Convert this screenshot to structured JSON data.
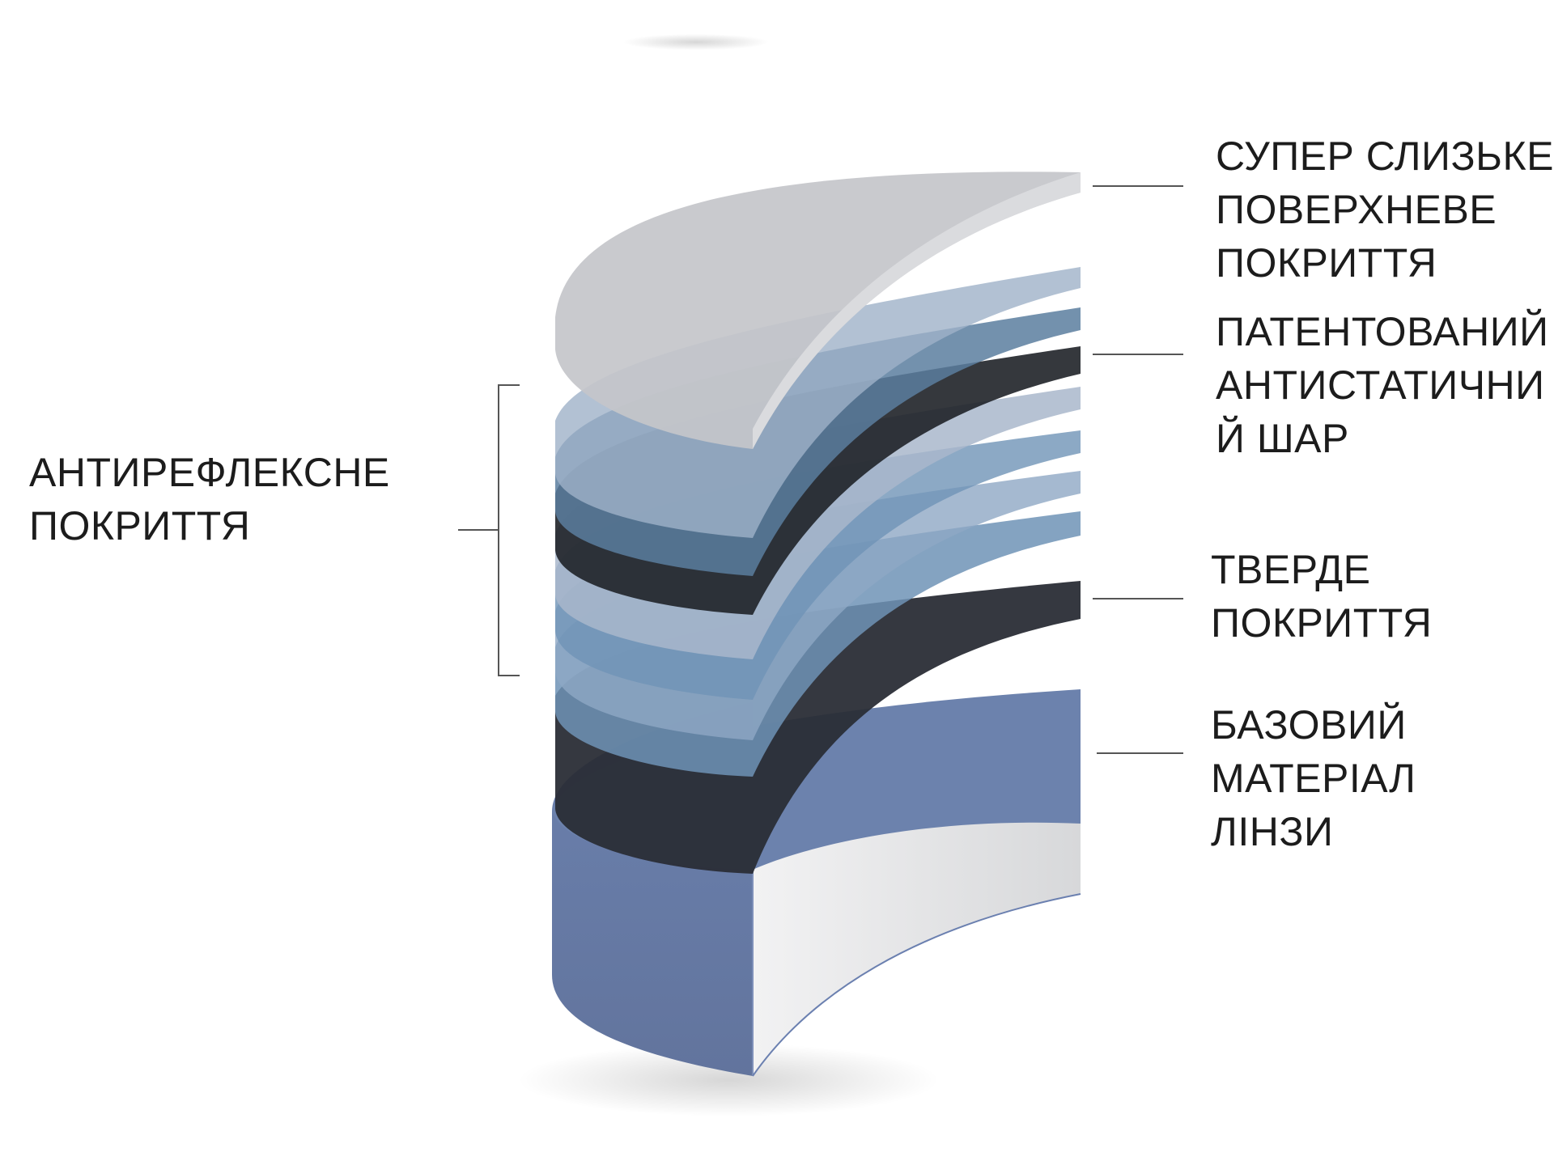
{
  "labels": {
    "super_slick": [
      "СУПЕР СЛИЗЬКЕ",
      "ПОВЕРХНЕВЕ",
      "ПОКРИТТЯ"
    ],
    "antistatic": [
      "ПАТЕНТОВАНИЙ",
      "АНТИСТАТИЧНИ",
      "Й ШАР"
    ],
    "hard_coat": [
      "ТВЕРДЕ",
      "ПОКРИТТЯ"
    ],
    "base_material": [
      "БАЗОВИЙ",
      "МАТЕРІАЛ",
      "ЛІНЗИ"
    ],
    "anti_reflective": [
      "АНТИРЕФЛЕКСНЕ",
      "ПОКРИТТЯ"
    ]
  },
  "colors": {
    "top_layer": "#c4c6ca",
    "light_blue_layer": "#8fa8c4",
    "mid_blue_layer": "#6f93b6",
    "dark_layer": "#23262c",
    "hard_coat": "#2c2f38",
    "base_face": "#6479a6",
    "base_edge": "#e4e4e6",
    "leader_line": "#555555"
  }
}
